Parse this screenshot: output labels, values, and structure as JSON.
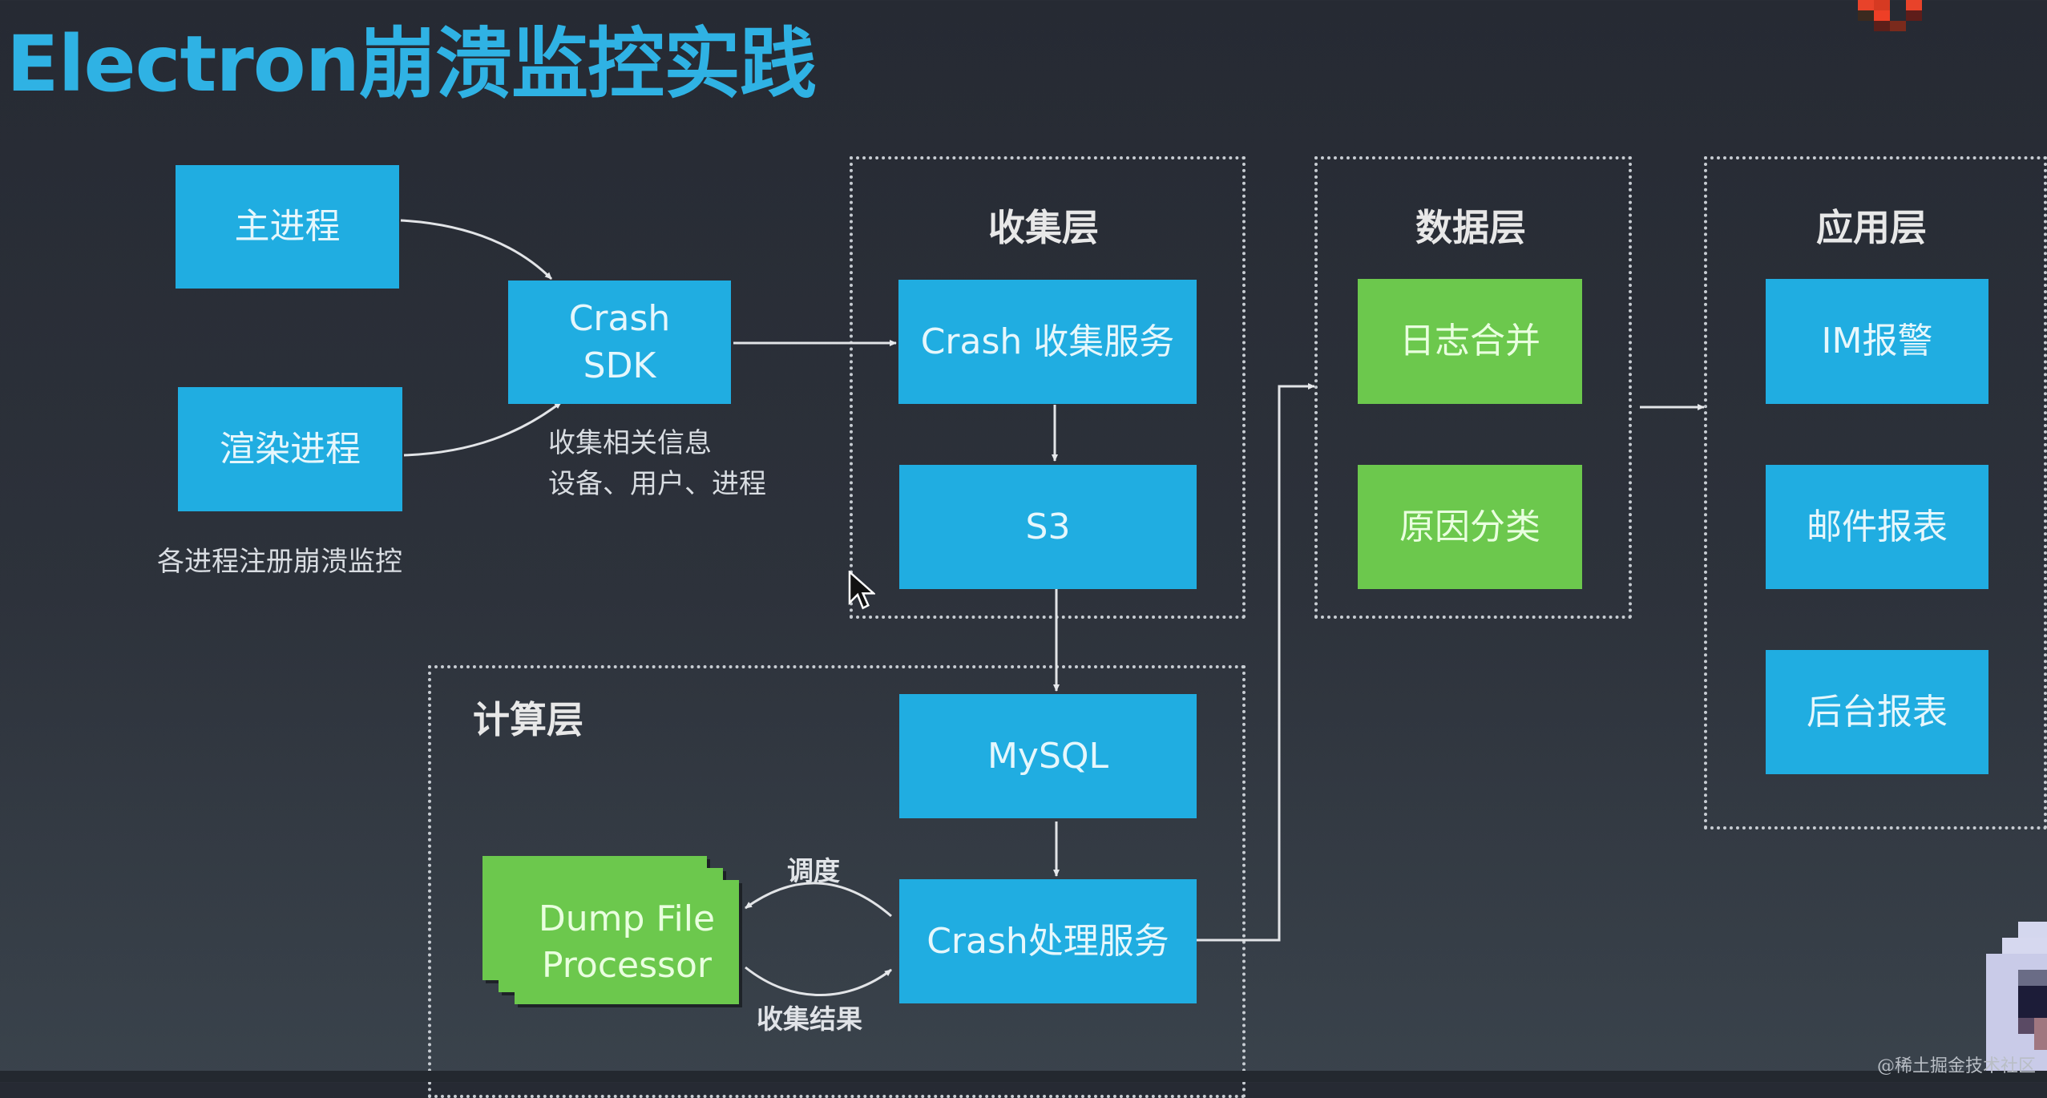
{
  "title": "Electron崩溃监控实践",
  "source_nodes": {
    "main_process": "主进程",
    "renderer_process": "渲染进程",
    "note": "各进程注册崩溃监控"
  },
  "sdk": {
    "label_line1": "Crash",
    "label_line2": "SDK",
    "note_line1": "收集相关信息",
    "note_line2": "设备、用户、进程"
  },
  "collection_layer": {
    "title": "收集层",
    "nodes": [
      "Crash 收集服务",
      "S3"
    ]
  },
  "data_layer": {
    "title": "数据层",
    "nodes": [
      "日志合并",
      "原因分类"
    ]
  },
  "application_layer": {
    "title": "应用层",
    "nodes": [
      "IM报警",
      "邮件报表",
      "后台报表"
    ]
  },
  "compute_layer": {
    "title": "计算层",
    "mysql": "MySQL",
    "crash_processing": "Crash处理服务",
    "dump_processor_line1": "Dump File",
    "dump_processor_line2": "Processor",
    "schedule_label": "调度",
    "collect_result_label": "收集结果"
  },
  "colors": {
    "title": "#2fb2e4",
    "blue_node": "#20ade1",
    "green_node": "#6cc84d",
    "background": "#2a2f38"
  },
  "watermark": "@稀土掘金技术社区"
}
